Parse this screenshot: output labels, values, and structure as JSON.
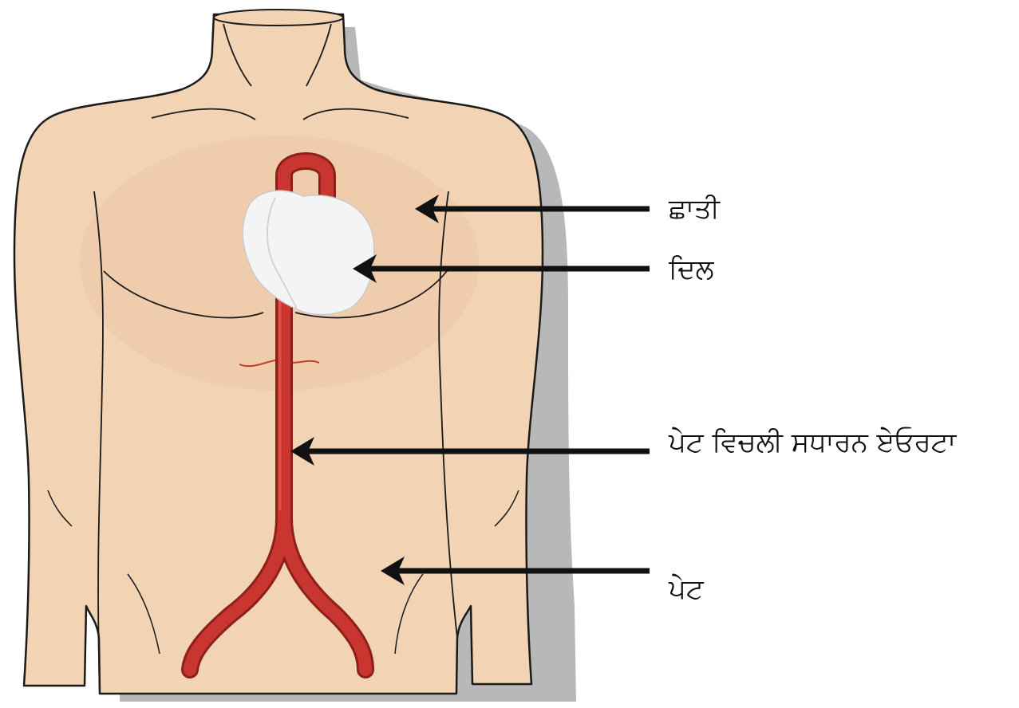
{
  "colors": {
    "background": "#ffffff",
    "skin": "#f2d3b3",
    "skin_shadow": "#e6bd98",
    "body_outline": "#1a1a1a",
    "drop_shadow": "#b8b8b8",
    "artery": "#c8362f",
    "artery_dark": "#8f1f1a",
    "heart": "#f4f4f4",
    "arrow": "#111111"
  },
  "icons": {
    "torso": "human-torso-illustration",
    "heart": "heart-icon",
    "aorta": "aorta-artery-icon",
    "arrow": "arrow-left-icon"
  },
  "labels": {
    "chest": "ਛਾਤੀ",
    "heart": "ਦਿਲ",
    "abdominal_aorta": "ਪੇਟ ਵਿਚਲੀ ਸਧਾਰਨ ਏਓਰਟਾ",
    "abdomen": "ਪੇਟ"
  }
}
